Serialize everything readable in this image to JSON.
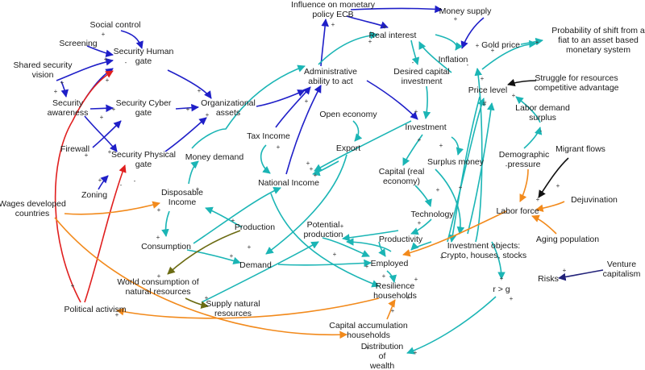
{
  "colors": {
    "teal": "#1bb5b5",
    "blue": "#1f1fc8",
    "red": "#e01f1f",
    "orange": "#f28a1c",
    "olive": "#6b6b12",
    "black": "#111111",
    "navy": "#23237a",
    "text": "#1a1a1a"
  },
  "nodes": {
    "influence_ecb": [
      "Influence on monetary",
      "policy ECB"
    ],
    "money_supply": [
      "Money supply"
    ],
    "real_interest": [
      "Real interest"
    ],
    "social_control": [
      "Social control"
    ],
    "screening": [
      "Screening"
    ],
    "security_human_gate": [
      "Security Human",
      "gate"
    ],
    "shared_security_vision": [
      "Shared security",
      "vision"
    ],
    "security_awareness": [
      "Security",
      "awareness"
    ],
    "security_cyber_gate": [
      "Security Cyber",
      "gate"
    ],
    "organizational_assets": [
      "Organizational",
      "assets"
    ],
    "firewall": [
      "Firewall"
    ],
    "security_physical_gate": [
      "Security Physical",
      "gate"
    ],
    "zoning": [
      "Zoning"
    ],
    "admin_ability": [
      "Administrative",
      "ability to act"
    ],
    "tax_income": [
      "Tax Income"
    ],
    "open_economy": [
      "Open economy"
    ],
    "export": [
      "Export"
    ],
    "money_demand": [
      "Money demand"
    ],
    "national_income": [
      "National Income"
    ],
    "disposable_income": [
      "Disposable",
      "Income"
    ],
    "wages_developed": [
      "Wages developed",
      "countries"
    ],
    "consumption": [
      "Consumption"
    ],
    "production": [
      "Production"
    ],
    "potential_production": [
      "Potential",
      "production"
    ],
    "demand": [
      "Demand"
    ],
    "world_consumption": [
      "World consumption of",
      "natural resources"
    ],
    "supply_natural": [
      "Supply natural",
      "resources"
    ],
    "political_activism": [
      "Political activism"
    ],
    "inflation": [
      "Inflation"
    ],
    "gold_price": [
      "Gold price"
    ],
    "probability_shift": [
      "Probability of shift from a",
      "fiat to an asset based",
      "monetary system"
    ],
    "desired_capital": [
      "Desired capital",
      "investment"
    ],
    "investment": [
      "Investment"
    ],
    "surplus_money": [
      "Surplus money"
    ],
    "capital": [
      "Capital (real",
      "economy)"
    ],
    "technology": [
      "Technology"
    ],
    "productivity": [
      "Productivity"
    ],
    "employed": [
      "Employed"
    ],
    "resilience": [
      "Resilience",
      "households"
    ],
    "capital_accumulation": [
      "Capital accumulation",
      "households"
    ],
    "distribution_wealth": [
      "Distribution",
      "of",
      "wealth"
    ],
    "price_level": [
      "Price level"
    ],
    "struggle": [
      "Struggle for resources",
      "competitive advantage"
    ],
    "labor_demand_surplus": [
      "Labor demand",
      "surplus"
    ],
    "demographic_pressure": [
      "Demographic",
      "pressure"
    ],
    "migrant_flows": [
      "Migrant flows"
    ],
    "labor_force": [
      "Labor force"
    ],
    "dejuvination": [
      "Dejuvination"
    ],
    "aging_population": [
      "Aging population"
    ],
    "investment_objects": [
      "Investment objects:",
      "Crypto, houses, stocks"
    ],
    "r_gt_g": [
      "r > g"
    ],
    "risks": [
      "Risks"
    ],
    "venture_capitalism": [
      "Venture",
      "capitalism"
    ]
  }
}
